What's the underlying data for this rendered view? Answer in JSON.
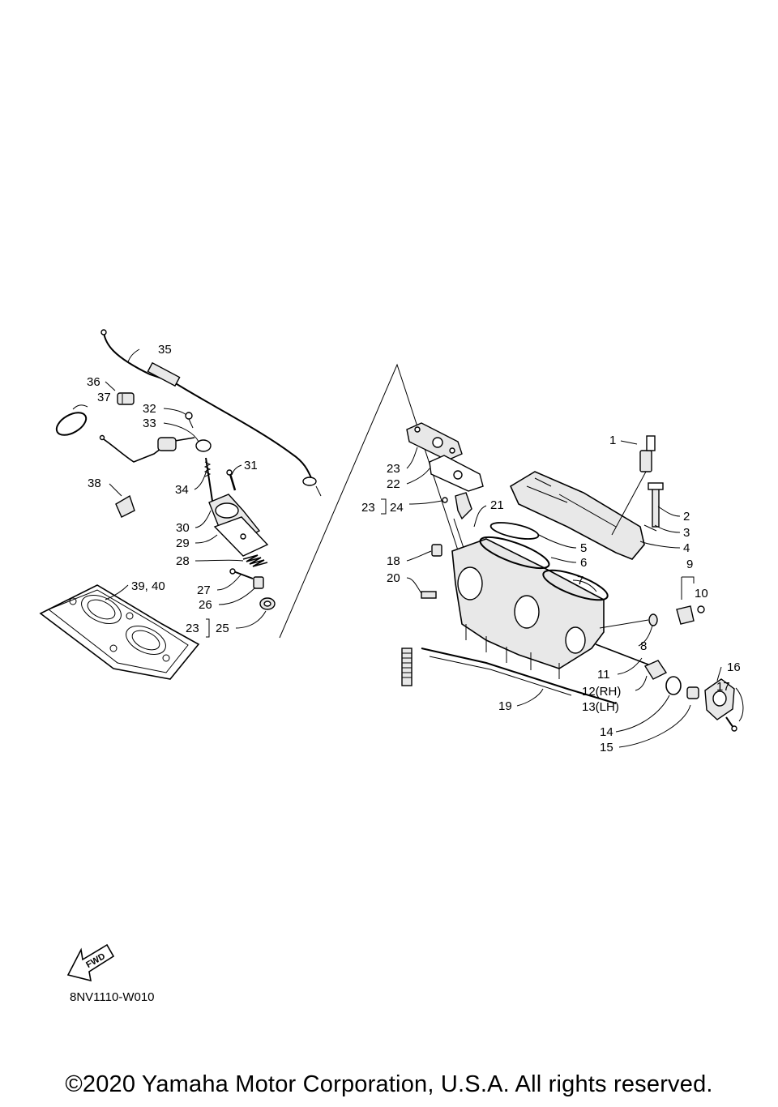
{
  "diagram": {
    "callouts": {
      "c1": "1",
      "c2": "2",
      "c3": "3",
      "c4": "4",
      "c5": "5",
      "c6": "6",
      "c7": "7",
      "c8": "8",
      "c9": "9",
      "c10": "10",
      "c11": "11",
      "c12": "12(RH)",
      "c13": "13(LH)",
      "c14": "14",
      "c15": "15",
      "c16": "16",
      "c17": "17",
      "c18": "18",
      "c19": "19",
      "c20": "20",
      "c21": "21",
      "c22": "22",
      "c23a": "23",
      "c23b": "23",
      "c24": "24",
      "c23c": "23",
      "c25": "25",
      "c26": "26",
      "c27": "27",
      "c28": "28",
      "c29": "29",
      "c30": "30",
      "c31": "31",
      "c32": "32",
      "c33": "33",
      "c34": "34",
      "c35": "35",
      "c36": "36",
      "c37": "37",
      "c38": "38",
      "c39": "39, 40"
    },
    "fwd_label": "FWD",
    "drawing_code": "8NV1110-W010"
  },
  "footer": {
    "copyright": "©2020 Yamaha Motor Corporation, U.S.A. All rights reserved."
  }
}
